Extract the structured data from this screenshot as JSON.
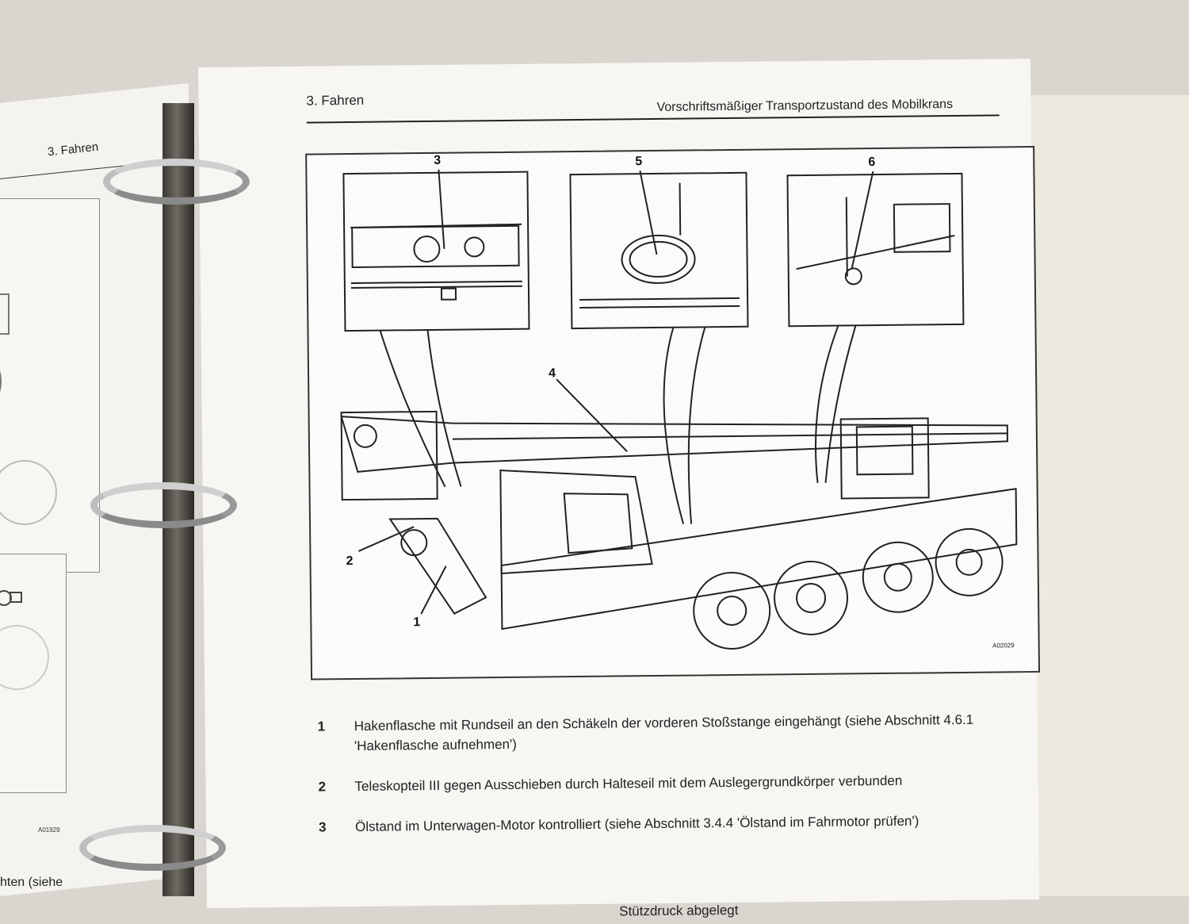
{
  "left_page": {
    "header": "3. Fahren",
    "figure_code": "A01929",
    "bottom_text": "hten (siehe"
  },
  "page": {
    "header_left": "3. Fahren",
    "header_right": "Vorschriftsmäßiger Transportzustand des Mobilkrans",
    "figure": {
      "code": "A02029",
      "callouts": [
        "1",
        "2",
        "3",
        "4",
        "5",
        "6"
      ]
    },
    "items": [
      {
        "num": "1",
        "text": "Hakenflasche mit Rundseil an den Schäkeln der vorderen Stoßstange eingehängt (siehe Abschnitt 4.6.1 'Hakenflasche aufnehmen')"
      },
      {
        "num": "2",
        "text": "Teleskopteil III gegen Ausschieben durch Halteseil mit dem Auslegergrundkörper verbunden"
      },
      {
        "num": "3",
        "text": "Ölstand im Unterwagen-Motor kontrolliert (siehe Abschnitt 3.4.4 'Ölstand im Fahrmotor prüfen')"
      }
    ],
    "cut_text": "Stützdruck abgelegt"
  }
}
